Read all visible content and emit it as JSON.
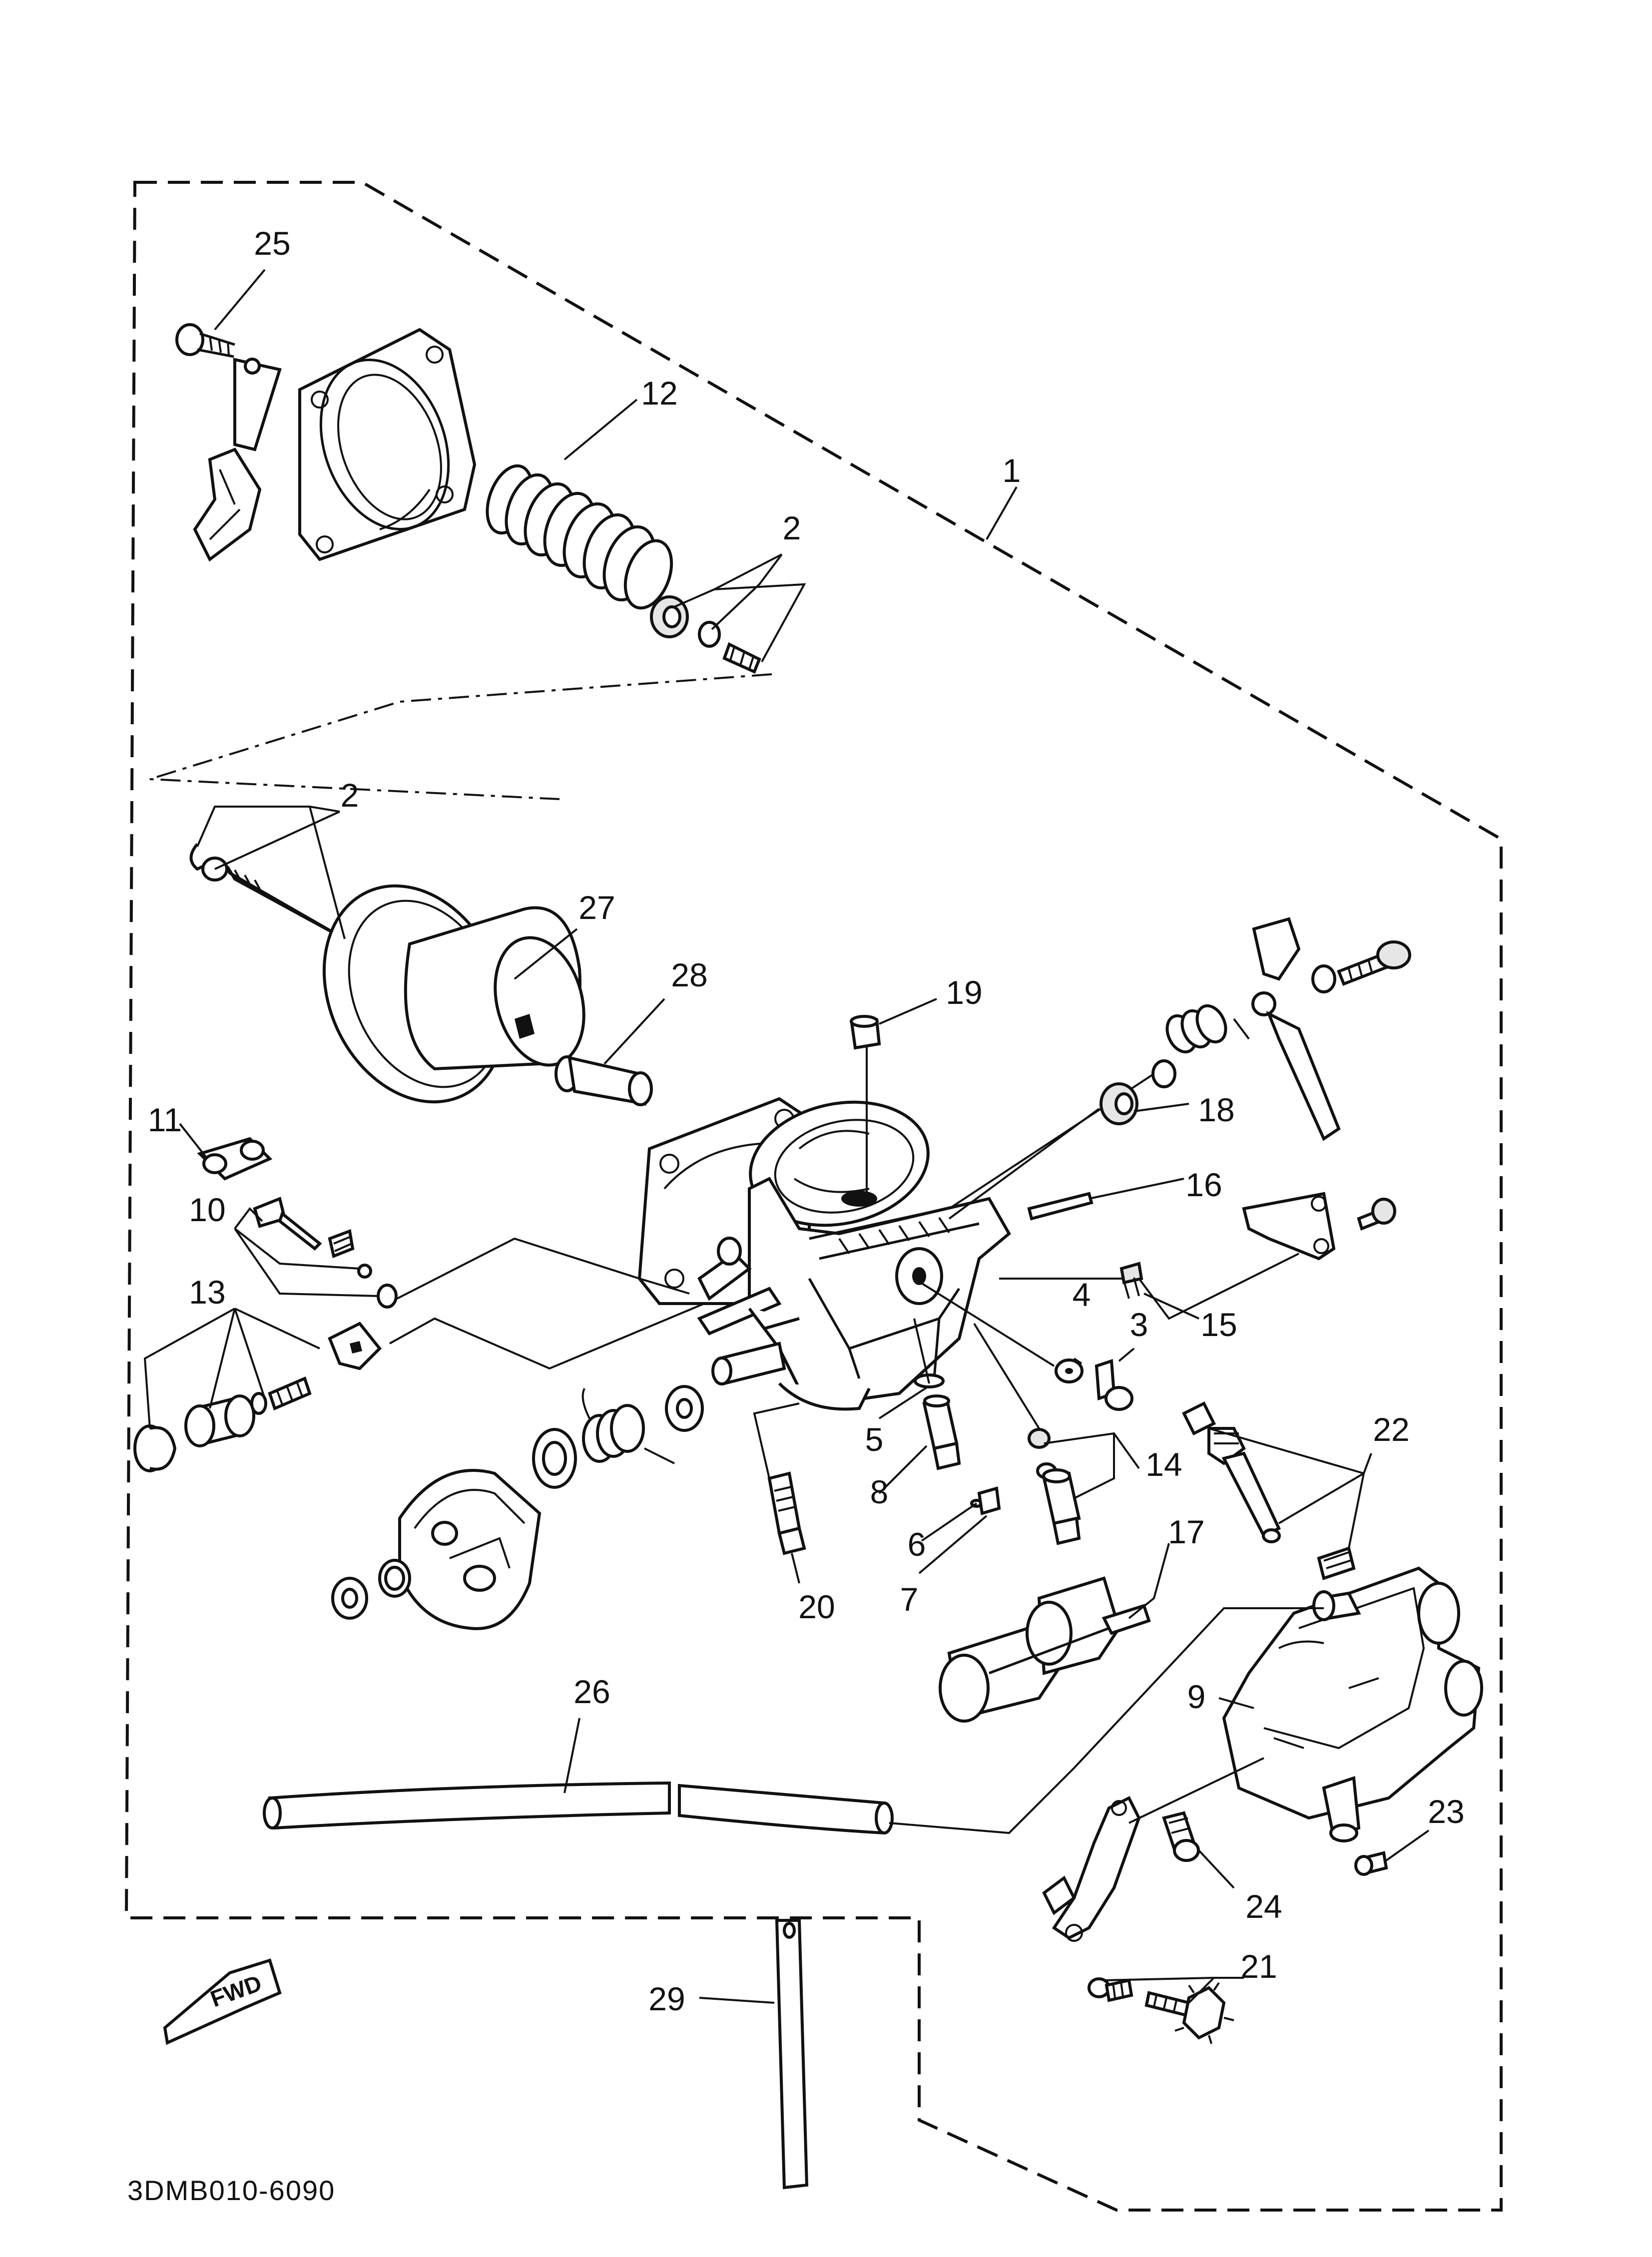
{
  "diagram_code": "3DMB010-6090",
  "fwd_label": "FWD",
  "callouts": {
    "c1": "1",
    "c2a": "2",
    "c2b": "2",
    "c3": "3",
    "c4": "4",
    "c5": "5",
    "c6": "6",
    "c7": "7",
    "c8": "8",
    "c9": "9",
    "c10": "10",
    "c11": "11",
    "c12": "12",
    "c13": "13",
    "c14": "14",
    "c15": "15",
    "c16": "16",
    "c17": "17",
    "c18": "18",
    "c19": "19",
    "c20": "20",
    "c21": "21",
    "c22": "22",
    "c23": "23",
    "c24": "24",
    "c25": "25",
    "c26": "26",
    "c27": "27",
    "c28": "28",
    "c29": "29"
  }
}
